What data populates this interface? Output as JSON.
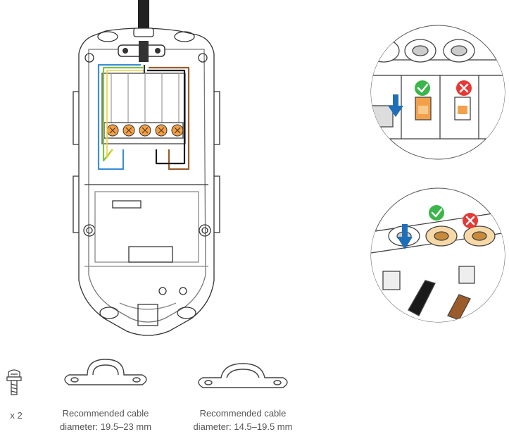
{
  "colors": {
    "line": "#333333",
    "line_light": "#9a9a9a",
    "wire_blue": "#3a8fd6",
    "wire_green": "#7fc241",
    "wire_yellow": "#e8d23a",
    "wire_brown": "#9b5b2a",
    "wire_black": "#1a1a1a",
    "terminal_orange": "#f2a14a",
    "ok_green": "#3cb54a",
    "bad_red": "#e53935",
    "arrow_blue": "#1f6fb8"
  },
  "icons": {
    "check": "check-mark-icon",
    "cross": "cross-mark-icon",
    "arrow": "arrow-down-icon",
    "screw": "screw-icon",
    "clamp": "cable-clamp-icon"
  },
  "parts": {
    "screw": {
      "quantity_label": "x 2"
    },
    "clamp_large": {
      "line1": "Recommended cable",
      "line2": "diameter: 19.5–23 mm"
    },
    "clamp_small": {
      "line1": "Recommended cable",
      "line2": "diameter: 14.5–19.5 mm"
    }
  }
}
